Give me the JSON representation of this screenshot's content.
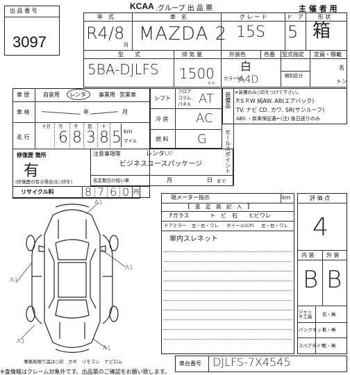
{
  "header": {
    "lot_label": "出 品 番 号",
    "lot_number": "3097",
    "brand": "KCAA",
    "group_title": ".グループ 出 品 票",
    "copy_label": "主 催 者 用"
  },
  "vehicle": {
    "year_label": "年　式",
    "car_name_label": "車　名",
    "grade_label": "グ レ ー ド",
    "door_label": "ド　ア",
    "shape_label": "形 状",
    "year_value": "R4/8",
    "year_suffix": "月",
    "car_name": "MAZDA 2",
    "grade": "15S",
    "doors": "5",
    "shape": "箱",
    "model_label": "型　　式",
    "displacement_label": "排 気 量",
    "ext_color_label": "外装色",
    "color_no_label": "色番",
    "type_designation_label": "型式指定",
    "capacity_label": "定員・積載",
    "model_value": "5BA-DJLFS",
    "displacement_value": "1500",
    "displacement_unit": "c.c.",
    "ext_color_value": "白",
    "color_code_label": "カラーNo.",
    "color_code_value": "A4D",
    "category_label": "類別区分",
    "capacity_unit_persons": "名",
    "capacity_unit_ton": "トン"
  },
  "history": {
    "history_label": "車 歴",
    "private_label": "自家用",
    "rental_label": "レンタ",
    "business_label": "事業用",
    "commercial_label": "営業車",
    "history_value": "レンタ",
    "shaken_label": "車 検",
    "shaken_year": "年",
    "shaken_month": "月",
    "mileage_label": "走 行",
    "mileage_digits_label": [
      "十万",
      "万",
      "千",
      "百",
      "十"
    ],
    "mileage_digits": [
      "",
      "6",
      "8",
      "3",
      "8",
      "5"
    ],
    "km_label": "km",
    "mile_label": "マイル",
    "repair_label": "修復歴 箇所",
    "repair_value": "有",
    "repair_note": "(修復歴の有る場合は○印を)",
    "recycle_label": "リサイクル料",
    "recycle_digits": [
      "8",
      "7",
      "6",
      "0"
    ],
    "recycle_unit": "円"
  },
  "equipment": {
    "shift_label": "シフト",
    "shift_options": [
      "フロア",
      "コラム",
      "パネル"
    ],
    "shift_value": "AT",
    "ac_label": "冷 房",
    "ac_value": "AC",
    "fuel_label": "燃 料",
    "fuel_value": "G",
    "features_title": "※装備のみ○印をつけて下さい。",
    "features_line1": "P.S P.W 純AW. AB(エアバック)",
    "features_line2": "TV. ナビ CD. カワ. SR(サンルーフ)",
    "features_line3": "ABS ・新車保証書←(注) 後日送りのみ",
    "equip_side_label": "装備品",
    "sales_point_label": "セールスポイント"
  },
  "notes": {
    "notes_label": "注意事項等",
    "note_line1": "レンタUP",
    "note_line2": "ビジネスユースパッケージ",
    "expiry_label": "名変期日の短い車",
    "expiry_month": "月",
    "expiry_day": "日",
    "expiry_suffix": "まで"
  },
  "inspection": {
    "meter_label": "現メーター指示",
    "meter_unit": "km",
    "inspector_header": "【　査　定　員　記　入　】",
    "fglass_label": "Fガラス",
    "fglass_options": "ト　ビ　石　　ヒビワレ",
    "door_mirror_label": "ドアミラー",
    "door_mirror_options": "左・右・ワレ",
    "wheel_label": "ホイール(CP)",
    "wheel_options": "左・右・ワレ",
    "handwritten_note": "単内スレネット",
    "rating_label": "評 価 点",
    "rating_value": "4",
    "interior_label": "内 装",
    "exterior_label": "外 装",
    "interior_value": "B",
    "exterior_value": "B",
    "jack_label": "ジャッキ工具",
    "jack_value": "有・無",
    "puncture_label": "パンクキット",
    "puncture_value": "有・無",
    "spare_label": "スペアタイヤ",
    "spare_value": "有・無"
  },
  "diagram": {
    "damage_marks": [
      "A1",
      "A1",
      "A1",
      "A1",
      "A1"
    ],
    "custody_note": "事務局預り品は○印　カギ　リモコン　ナビロム"
  },
  "footer": {
    "chassis_label": "車台番号",
    "chassis_value": "DJLFS-7X4545",
    "bottom_text": "※査情報はクレーム対象外です。出品票のご確認をお願い致します。"
  }
}
